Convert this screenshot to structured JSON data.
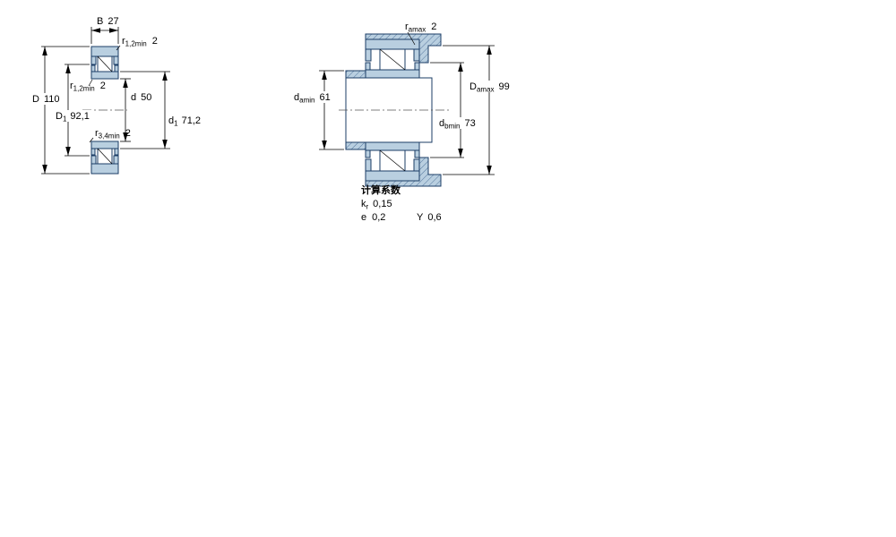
{
  "drawing": {
    "colors": {
      "fill": "#b9cfe0",
      "outline": "#1b3c66"
    },
    "left_view": {
      "b": {
        "base": "B",
        "value": "27"
      },
      "r12_top": {
        "base": "r",
        "sub": "1,2min",
        "value": "2"
      },
      "D": {
        "base": "D",
        "value": "110"
      },
      "r12_mid": {
        "base": "r",
        "sub": "1,2min",
        "value": "2"
      },
      "d": {
        "base": "d",
        "value": "50"
      },
      "D1": {
        "base": "D",
        "sub": "1",
        "value": "92,1"
      },
      "d1": {
        "base": "d",
        "sub": "1",
        "value": "71,2"
      },
      "r34": {
        "base": "r",
        "sub": "3,4min",
        "value": "2"
      }
    },
    "right_view": {
      "ra": {
        "base": "r",
        "sub": "amax",
        "value": "2"
      },
      "da": {
        "base": "d",
        "sub": "amin",
        "value": "61"
      },
      "Da": {
        "base": "D",
        "sub": "amax",
        "value": "99"
      },
      "db": {
        "base": "d",
        "sub": "bmin",
        "value": "73"
      }
    },
    "factors": {
      "heading": "计算系数",
      "kr": {
        "base": "k",
        "sub": "r",
        "value": "0,15"
      },
      "e": {
        "base": "e",
        "value": "0,2"
      },
      "Y": {
        "base": "Y",
        "value": "0,6"
      }
    }
  }
}
